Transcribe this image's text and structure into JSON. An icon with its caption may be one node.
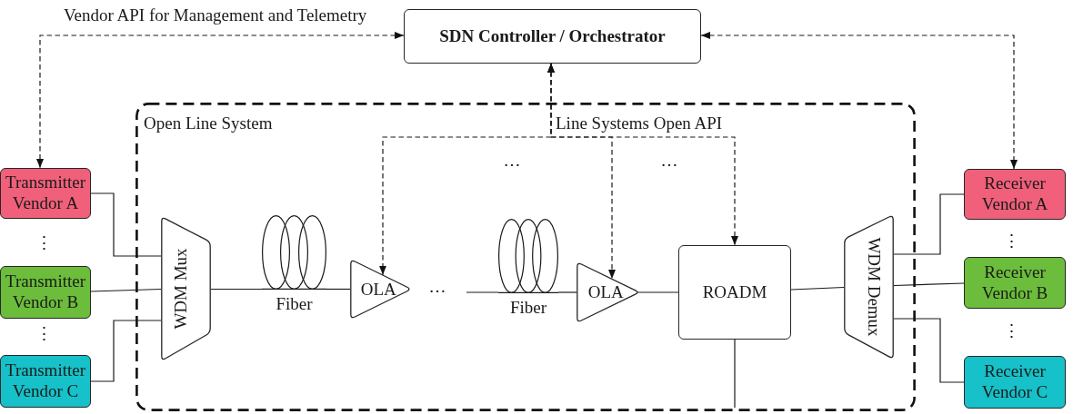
{
  "diagram": {
    "nodes": [
      {
        "text": [
          "SDN Controller / Orchestrator"
        ]
      },
      {
        "text": [
          "Open Line System"
        ]
      },
      {
        "text": [
          "Transmitter Vendor A"
        ]
      },
      {
        "text": [
          "Transmitter Vendor B"
        ]
      },
      {
        "text": [
          "Transmitter Vendor C"
        ]
      },
      {
        "text": [
          "WDM Mux"
        ],
        "in": 1
      },
      {
        "text": [
          "Fiber"
        ],
        "in": 1
      },
      {
        "text": [
          "OLA"
        ],
        "in": 1
      },
      {
        "text": [
          "Fiber"
        ],
        "in": 1
      },
      {
        "text": [
          "OLA"
        ],
        "in": 1
      },
      {
        "text": [
          "ROADM"
        ],
        "in": 1
      },
      {
        "text": [
          "WDM Demux"
        ],
        "in": 1
      },
      {
        "text": [
          "Receiver Vendor A"
        ]
      },
      {
        "text": [
          "Receiver Vendor B"
        ]
      },
      {
        "text": [
          "Receiver Vendor C"
        ]
      }
    ],
    "edges": [
      {
        "from": 0,
        "to": 2,
        "arrow": "both",
        "style": "dashed",
        "label": "Vendor API for Management and Telemetry"
      },
      {
        "from": 0,
        "to": 12,
        "arrow": "both",
        "style": "dashed"
      },
      {
        "from": 0,
        "to": 7,
        "arrow": "both",
        "style": "dashed"
      },
      {
        "from": 0,
        "to": 9,
        "arrow": "both",
        "style": "dashed"
      },
      {
        "from": 0,
        "to": 10,
        "arrow": "both",
        "style": "dashed"
      },
      {
        "from": 2,
        "to": 5,
        "arrow": "none"
      },
      {
        "from": 3,
        "to": 5,
        "arrow": "none"
      },
      {
        "from": 4,
        "to": 5,
        "arrow": "none"
      },
      {
        "from": 5,
        "to": 6,
        "arrow": "none"
      },
      {
        "from": 6,
        "to": 7,
        "arrow": "none"
      },
      {
        "from": null,
        "to": 8,
        "arrow": "none"
      },
      {
        "from": 8,
        "to": 9,
        "arrow": "none"
      },
      {
        "from": 9,
        "to": 10,
        "arrow": "none"
      },
      {
        "from": 10,
        "to": null,
        "arrow": "none"
      },
      {
        "from": 10,
        "to": 11,
        "arrow": "none"
      },
      {
        "from": 11,
        "to": 12,
        "arrow": "none"
      },
      {
        "from": 11,
        "to": 13,
        "arrow": "none"
      },
      {
        "from": 11,
        "to": 14,
        "arrow": "none"
      }
    ],
    "labels": [
      "Line Systems Open API",
      "…",
      "…",
      "⋮",
      "⋮",
      "…",
      "⋮",
      "⋮"
    ]
  }
}
